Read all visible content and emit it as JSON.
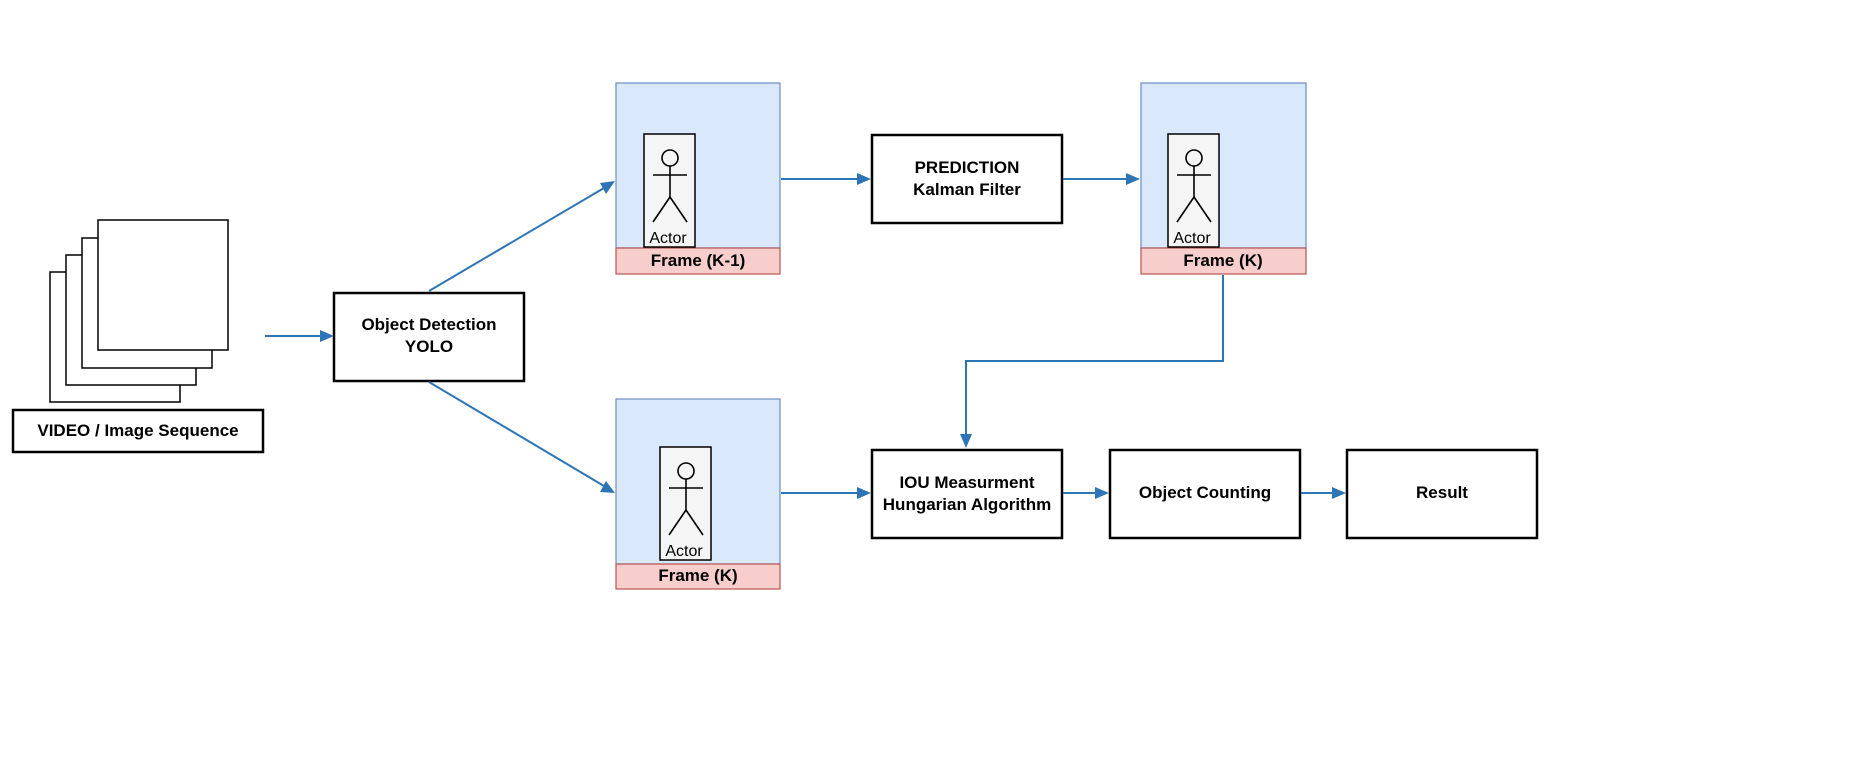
{
  "nodes": {
    "video": {
      "label": "VIDEO / Image Sequence"
    },
    "detection": {
      "line1": "Object Detection",
      "line2": "YOLO"
    },
    "frame_k1": {
      "label": "Frame (K-1)",
      "actor": "Actor"
    },
    "frame_k_bottom": {
      "label": "Frame (K)",
      "actor": "Actor"
    },
    "prediction": {
      "line1": "PREDICTION",
      "line2": "Kalman Filter"
    },
    "frame_k_top": {
      "label": "Frame (K)",
      "actor": "Actor"
    },
    "iou": {
      "line1": "IOU Measurment",
      "line2": "Hungarian Algorithm"
    },
    "counting": {
      "label": "Object Counting"
    },
    "result": {
      "label": "Result"
    }
  },
  "colors": {
    "frame_fill": "#dae8fc",
    "frame_border": "#6c8ebf",
    "frame_bar_fill": "#f8cecc",
    "frame_bar_border": "#b85450",
    "connector": "#2e75b6"
  }
}
